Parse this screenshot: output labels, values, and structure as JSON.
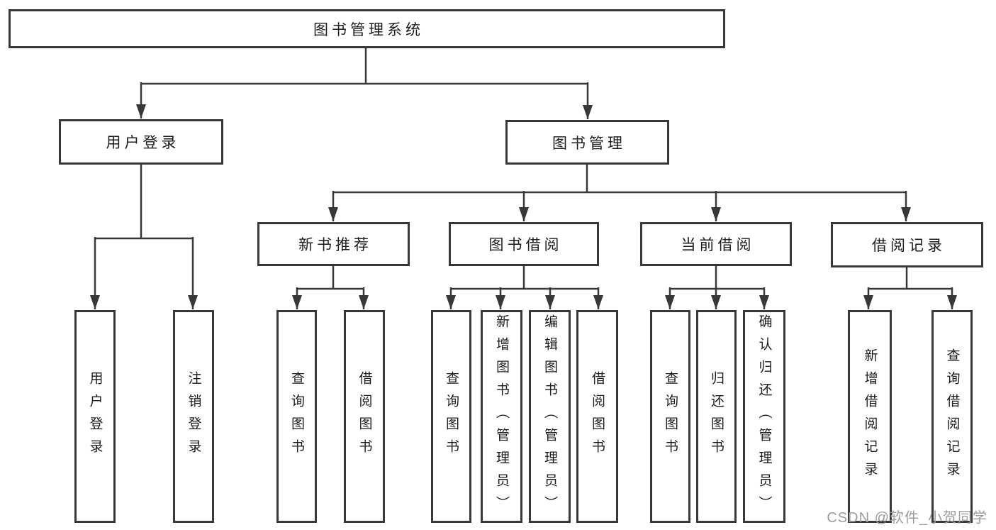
{
  "diagram": {
    "colors": {
      "line": "#383838",
      "box_border": "#383838",
      "text": "#1c1c1c",
      "background": "#ffffff",
      "watermark": "#9c9c9c"
    },
    "watermark": "CSDN @软件_小贺同学",
    "tree": {
      "label": "图书管理系统",
      "children": [
        {
          "label": "用户登录",
          "children": [
            {
              "label": "用户登录"
            },
            {
              "label": "注销登录"
            }
          ]
        },
        {
          "label": "图书管理",
          "children": [
            {
              "label": "新书推荐",
              "children": [
                {
                  "label": "查询图书"
                },
                {
                  "label": "借阅图书"
                }
              ]
            },
            {
              "label": "图书借阅",
              "children": [
                {
                  "label": "查询图书"
                },
                {
                  "label": "新增图书（管理员）"
                },
                {
                  "label": "编辑图书（管理员）"
                },
                {
                  "label": "借阅图书"
                }
              ]
            },
            {
              "label": "当前借阅",
              "children": [
                {
                  "label": "查询图书"
                },
                {
                  "label": "归还图书"
                },
                {
                  "label": "确认归还（管理员）"
                }
              ]
            },
            {
              "label": "借阅记录",
              "children": [
                {
                  "label": "新增借阅记录"
                },
                {
                  "label": "查询借阅记录"
                }
              ]
            }
          ]
        }
      ]
    }
  }
}
